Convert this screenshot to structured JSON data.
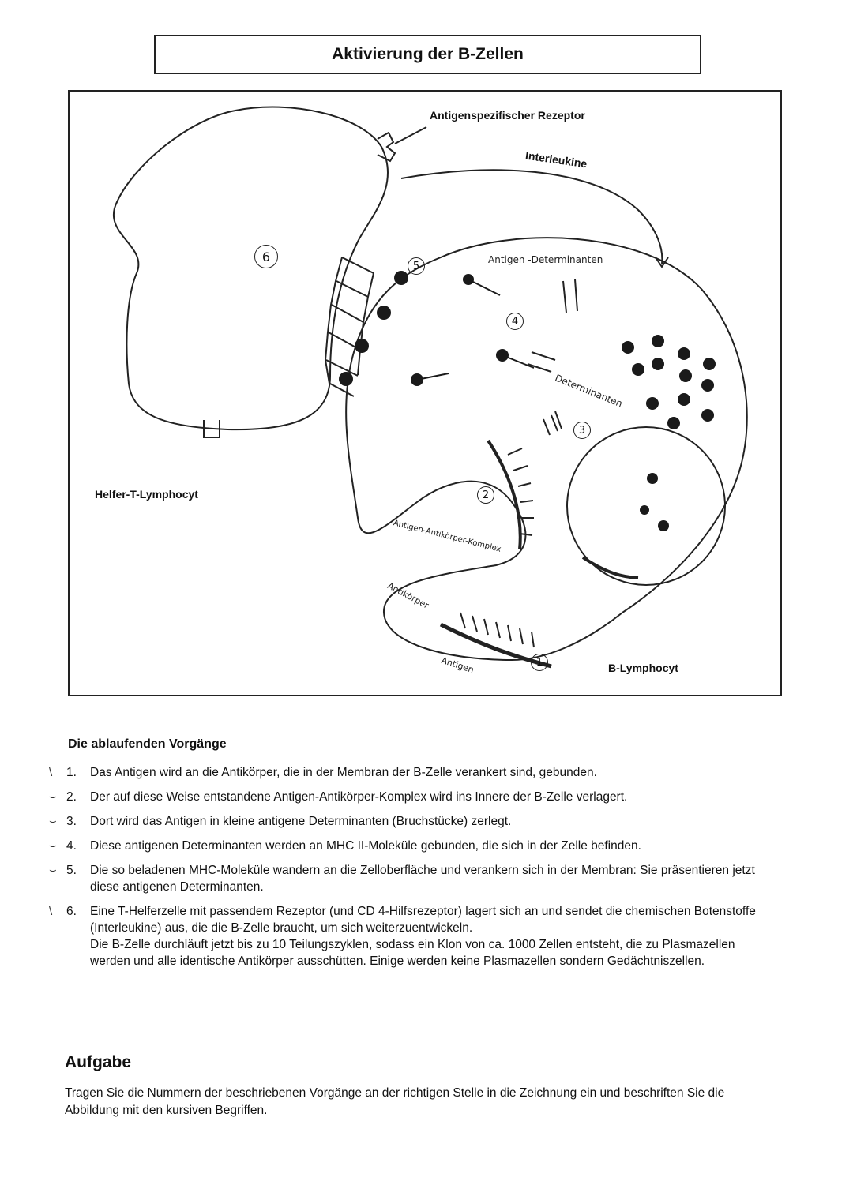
{
  "header": {
    "title": "Aktivierung der B-Zellen"
  },
  "figure": {
    "labels": {
      "receptor": "Antigenspezifischer Rezeptor",
      "interleukine": "Interleukine",
      "helper": "Helfer-T-Lymphocyt",
      "b_cell": "B-Lymphocyt"
    },
    "handwritten": {
      "determinants_top": "Antigen -Determinanten",
      "determinants_mid": "Determinanten",
      "complex": "Antigen-Antikörper-Komplex",
      "antibody": "Antikörper",
      "antigen": "Antigen"
    },
    "numbers": [
      "1",
      "2",
      "3",
      "4",
      "5",
      "6"
    ]
  },
  "process": {
    "title": "Die ablaufenden Vorgänge",
    "steps": [
      {
        "marker": "\\",
        "num": "1.",
        "text": "Das Antigen wird an die Antikörper, die in der Membran der B-Zelle verankert sind, gebunden."
      },
      {
        "marker": "⌣",
        "num": "2.",
        "text": "Der auf diese Weise entstandene Antigen-Antikörper-Komplex wird ins Innere der B-Zelle verlagert."
      },
      {
        "marker": "⌣",
        "num": "3.",
        "text": "Dort wird das Antigen in kleine antigene Determinanten (Bruchstücke) zerlegt."
      },
      {
        "marker": "⌣",
        "num": "4.",
        "text": "Diese antigenen Determinanten werden an MHC II-Moleküle gebunden, die sich in der Zelle befinden."
      },
      {
        "marker": "⌣",
        "num": "5.",
        "text": "Die so beladenen MHC-Moleküle wandern an die Zelloberfläche und verankern sich in der Membran: Sie präsentieren jetzt diese antigenen Determinanten."
      },
      {
        "marker": "\\",
        "num": "6.",
        "text": "Eine T-Helferzelle mit passendem Rezeptor (und CD 4-Hilfsrezeptor) lagert sich an und sendet die chemischen Botenstoffe (Interleukine) aus, die die B-Zelle braucht, um sich weiterzuentwickeln.",
        "extra": "Die B-Zelle durchläuft jetzt bis zu 10 Teilungszyklen, sodass ein Klon von ca. 1000 Zellen entsteht, die zu Plasmazellen werden und alle identische Antikörper ausschütten. Einige werden keine Plasmazellen sondern Gedächtniszellen."
      }
    ]
  },
  "task": {
    "title": "Aufgabe",
    "text": "Tragen Sie die Nummern der beschriebenen Vorgänge an der richtigen Stelle in die Zeichnung ein und beschriften Sie die Abbildung mit den kursiven Begriffen."
  }
}
